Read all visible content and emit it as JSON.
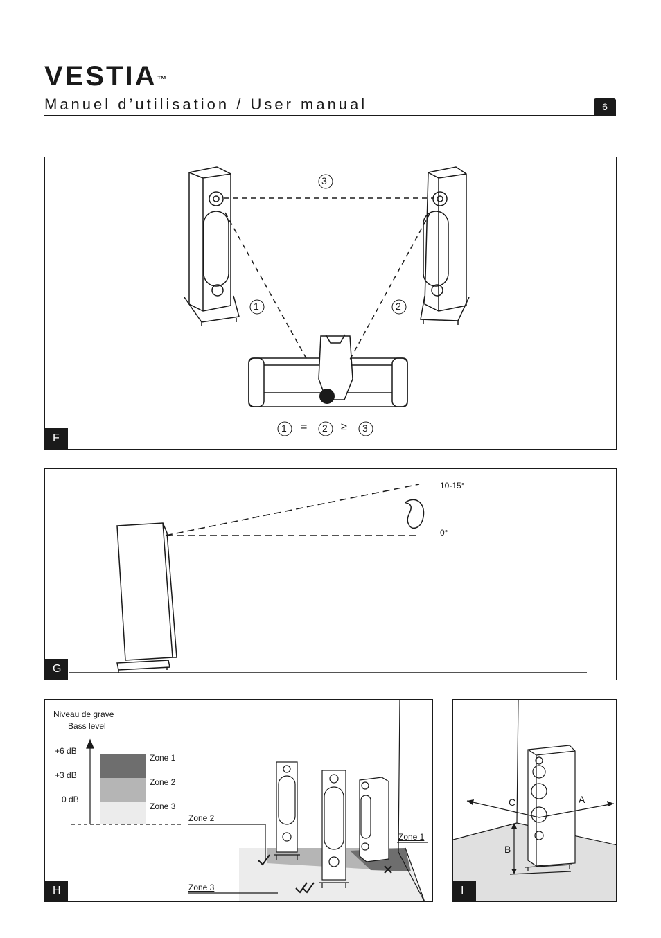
{
  "header": {
    "brand": "VESTIA",
    "trademark": "™",
    "subtitle": "Manuel d’utilisation / User manual",
    "page_number": "6"
  },
  "panel_f": {
    "label": "F",
    "marker_1": "1",
    "marker_2": "2",
    "marker_3": "3",
    "equals_sign": "=",
    "geq_sign": "≥"
  },
  "panel_g": {
    "label": "G",
    "angle_high": "10-15°",
    "angle_low": "0°"
  },
  "panel_h": {
    "label": "H",
    "title_fr": "Niveau de grave",
    "title_en": "Bass level",
    "levels": [
      "+6 dB",
      "+3 dB",
      "0 dB"
    ],
    "zone_labels": [
      "Zone 1",
      "Zone 2",
      "Zone 3"
    ],
    "zone_colors": [
      "#6e6e6e",
      "#b5b5b5",
      "#ececec"
    ],
    "callout_zone2": "Zone 2",
    "callout_zone1": "Zone 1",
    "callout_zone3": "Zone 3"
  },
  "panel_i": {
    "label": "I",
    "dim_a": "A",
    "dim_b": "B",
    "dim_c": "C"
  }
}
